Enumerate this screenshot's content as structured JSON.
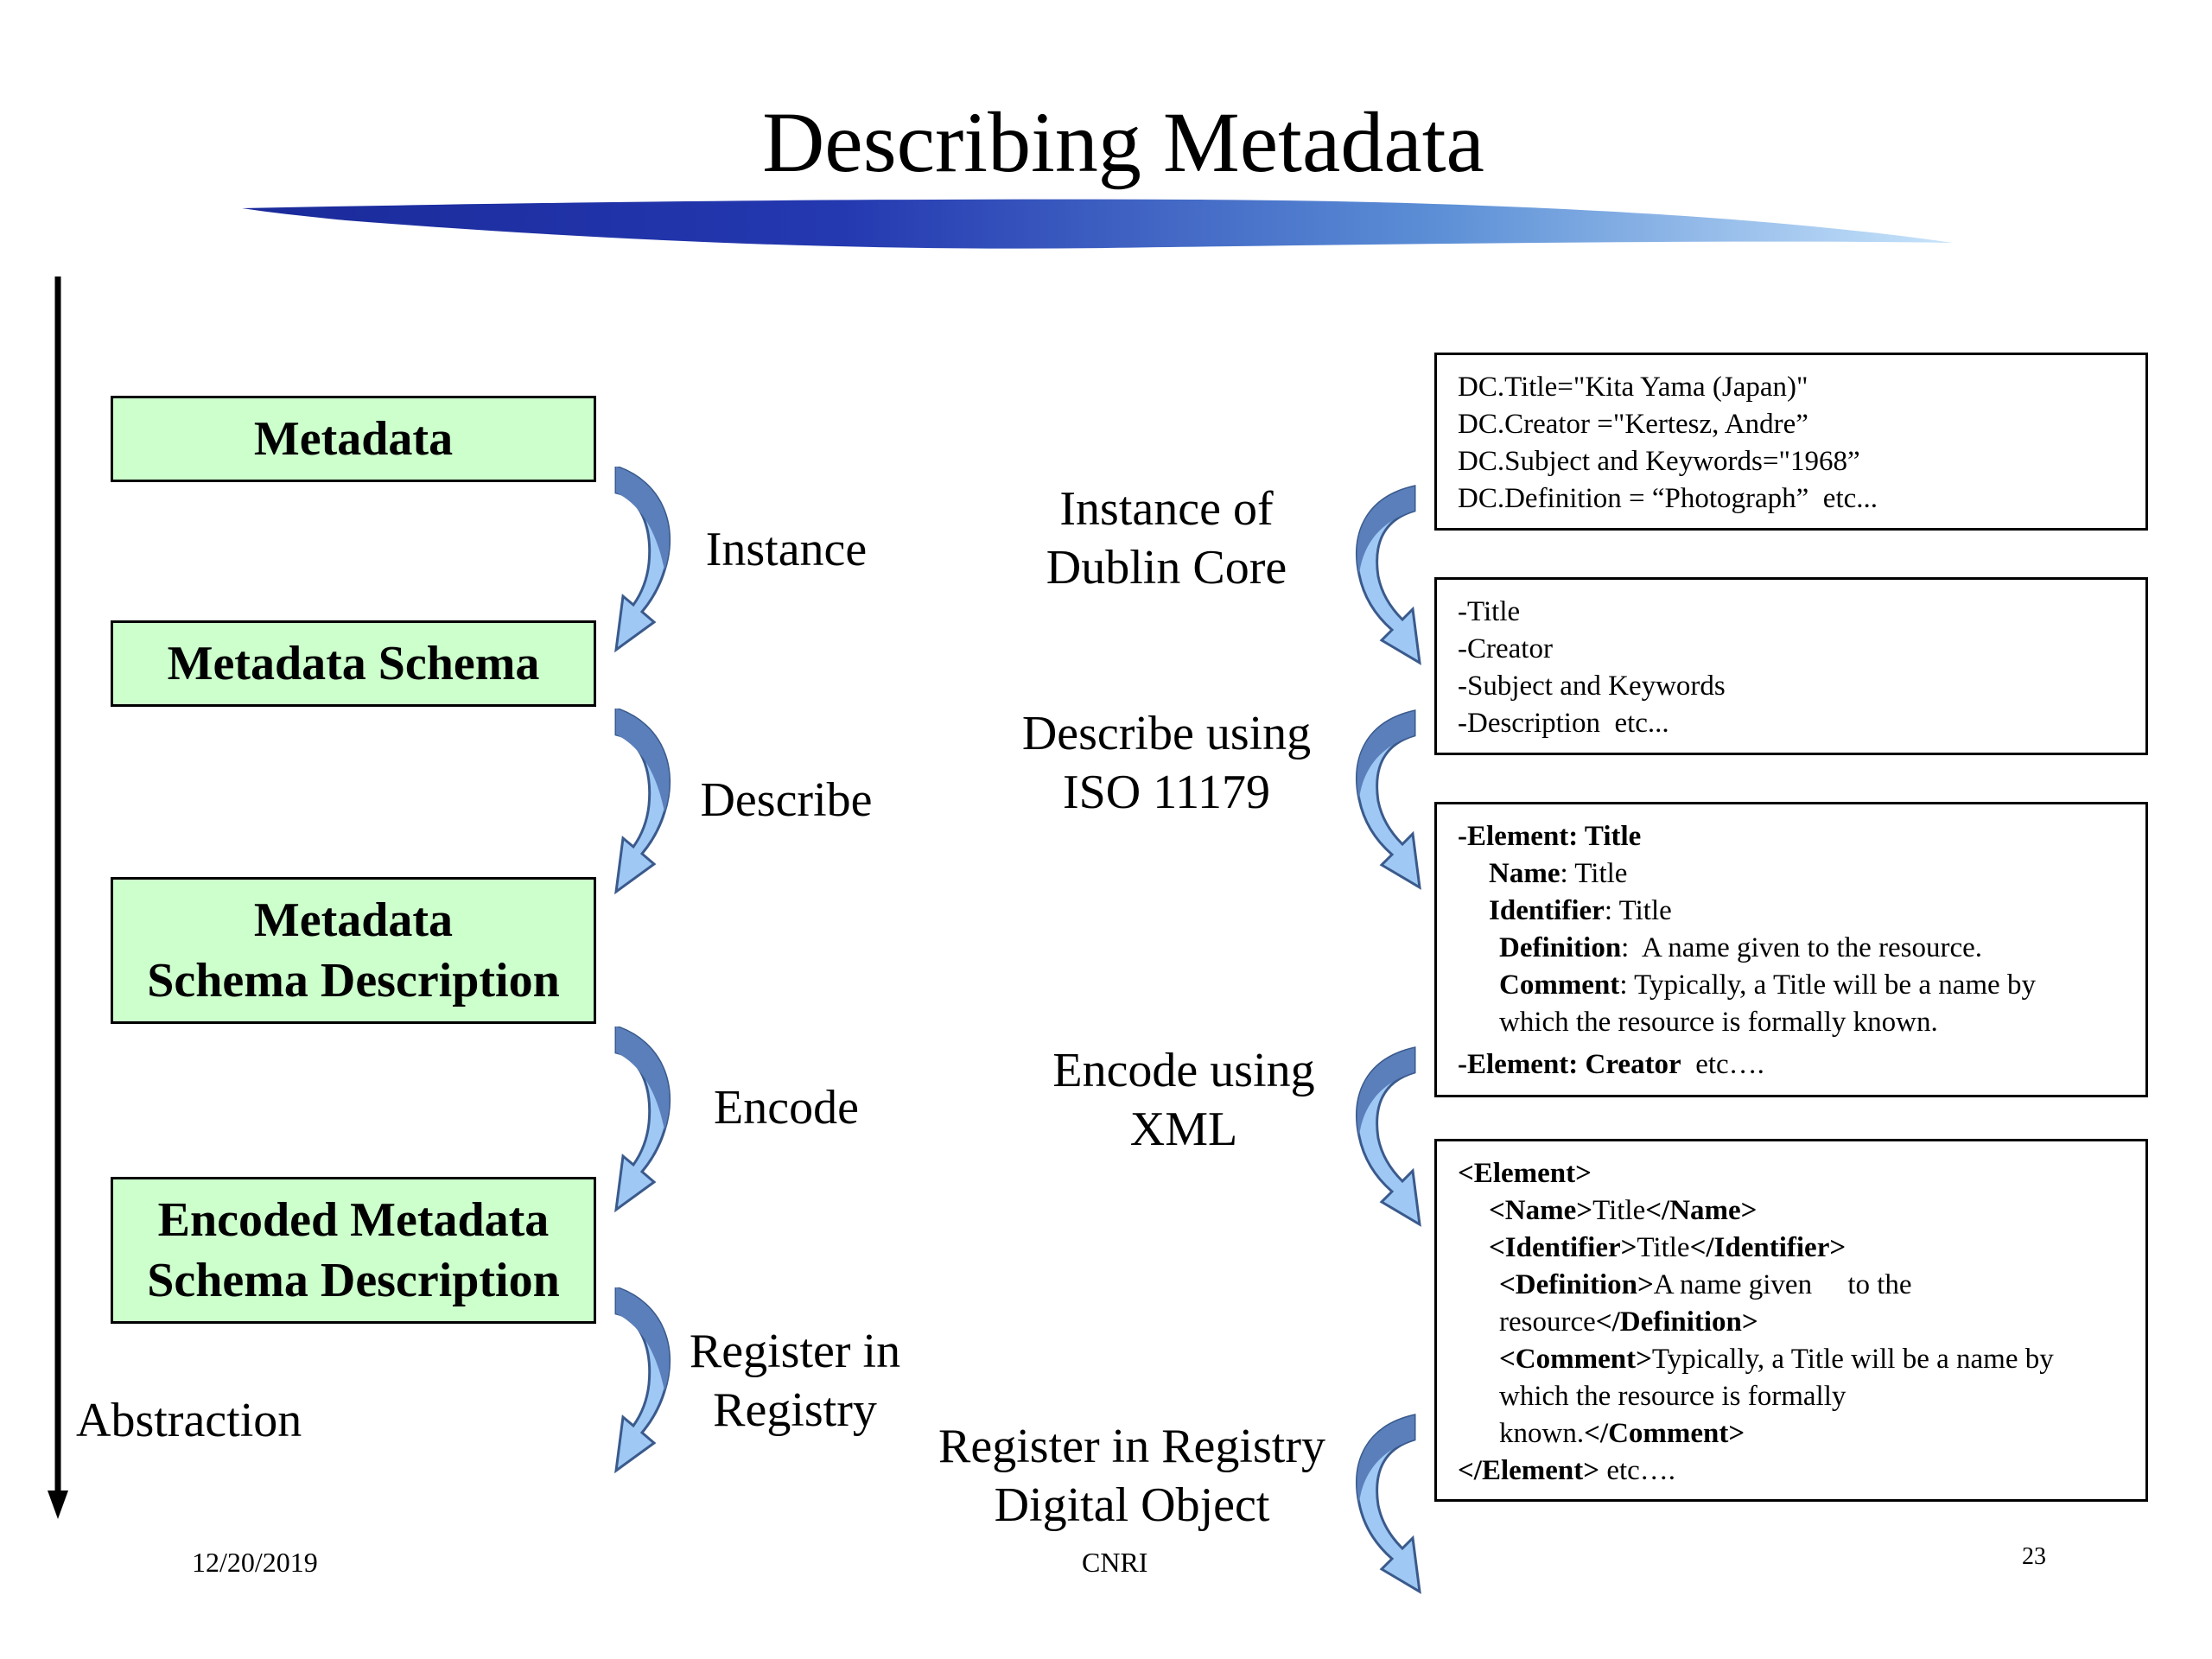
{
  "title": "Describing Metadata",
  "left_column": {
    "boxes": [
      {
        "text": "Metadata"
      },
      {
        "text": "Metadata Schema"
      },
      {
        "line1": "Metadata",
        "line2": "Schema Description"
      },
      {
        "line1": "Encoded Metadata",
        "line2": "Schema Description"
      }
    ],
    "arrow_labels": [
      "Instance",
      "Describe",
      "Encode"
    ],
    "register_label": {
      "line1": "Register in",
      "line2": "Registry"
    },
    "axis_label": "Abstraction"
  },
  "right_labels": [
    {
      "line1": "Instance of",
      "line2": "Dublin Core"
    },
    {
      "line1": "Describe using",
      "line2": "ISO 11179"
    },
    {
      "line1": "Encode using",
      "line2": "XML"
    },
    {
      "line1": "Register in Registry",
      "line2": "Digital Object"
    }
  ],
  "right_boxes": {
    "instance": [
      "DC.Title=\"Kita Yama (Japan)\"",
      "DC.Creator =\"Kertesz, Andre”",
      "DC.Subject and Keywords=\"1968”",
      "DC.Definition = “Photograph”  etc..."
    ],
    "schema": [
      "-Title",
      "-Creator",
      "-Subject and Keywords",
      "-Description  etc..."
    ],
    "iso": {
      "element_title": "-Element: Title",
      "name_key": "Name",
      "name_val": ": Title",
      "identifier_key": "Identifier",
      "identifier_val": ": Title",
      "definition_key": "Definition",
      "definition_val": ":  A name given to the resource.",
      "comment_key": "Comment",
      "comment_val": ": Typically, a Title will be a name by",
      "comment_cont": "which the resource is formally known.",
      "element_creator": "-Element: Creator",
      "etc": "  etc…."
    },
    "xml": {
      "open_element": "<Element>",
      "name_open": "<Name>",
      "name_text": "Title",
      "name_close": "</Name>",
      "id_open": "<Identifier>",
      "id_text": "Title",
      "id_close": "</Identifier>",
      "def_open": "<Definition>",
      "def_text": "A name given     to the",
      "def_text2": "resource",
      "def_close": "</Definition>",
      "comment_open": "<Comment>",
      "comment_text": "Typically, a Title will be a name by",
      "comment_text2": "which the resource is formally",
      "comment_text3": "known.",
      "comment_close": "</Comment>",
      "close_element": "</Element>",
      "etc": " etc…."
    }
  },
  "footer": {
    "date": "12/20/2019",
    "org": "CNRI",
    "page": "23"
  },
  "colors": {
    "box_fill": "#ccffcc",
    "arrow_dark": "#5b7fba",
    "arrow_light": "#9fc8f5",
    "swoosh_dark": "#1a2a9a",
    "swoosh_light": "#a8d0f4"
  }
}
